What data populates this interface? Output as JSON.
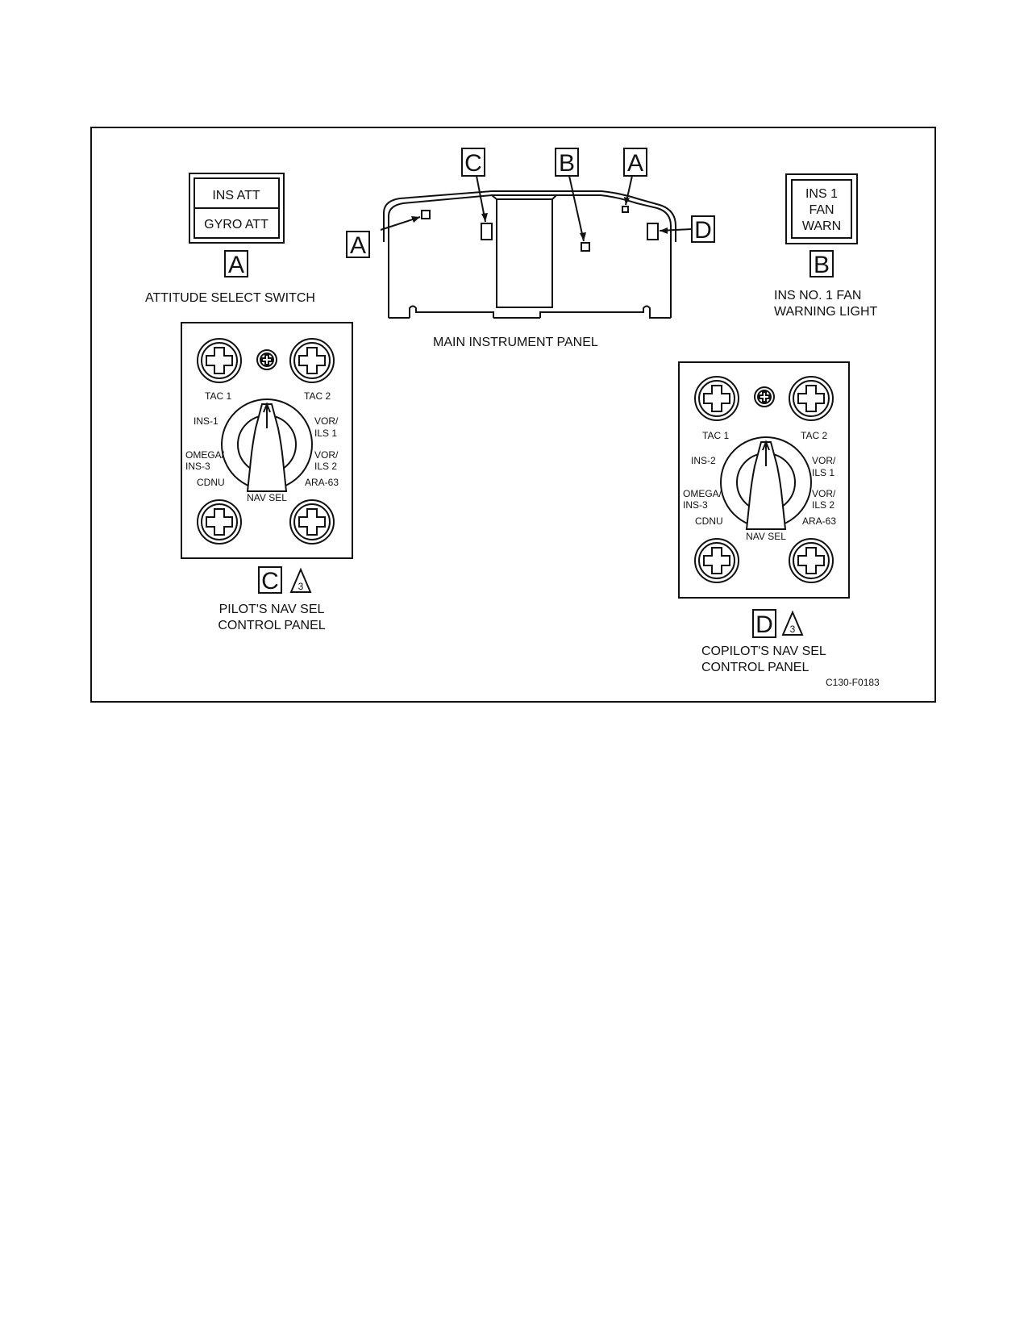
{
  "callout_letters": {
    "a": "A",
    "b": "B",
    "c": "C",
    "d": "D"
  },
  "warning_symbol": "3",
  "attitude_switch": {
    "top_label": "INS ATT",
    "bottom_label": "GYRO ATT",
    "caption": "ATTITUDE SELECT SWITCH"
  },
  "fan_warn_light": {
    "lines": [
      "INS 1",
      "FAN",
      "WARN"
    ],
    "caption_lines": [
      "INS NO. 1 FAN",
      "WARNING LIGHT"
    ]
  },
  "main_panel": {
    "caption": "MAIN INSTRUMENT PANEL"
  },
  "pilot_panel": {
    "positions": {
      "tac1": "TAC 1",
      "tac2": "TAC 2",
      "ins": "INS-1",
      "vor1_a": "VOR/",
      "vor1_b": "ILS 1",
      "omega_a": "OMEGA/",
      "omega_b": "INS-3",
      "vor2_a": "VOR/",
      "vor2_b": "ILS 2",
      "cdnu": "CDNU",
      "ara": "ARA-63"
    },
    "knob_label": "NAV SEL",
    "caption_lines": [
      "PILOT'S NAV SEL",
      "CONTROL PANEL"
    ]
  },
  "copilot_panel": {
    "positions": {
      "tac1": "TAC 1",
      "tac2": "TAC 2",
      "ins": "INS-2",
      "vor1_a": "VOR/",
      "vor1_b": "ILS 1",
      "omega_a": "OMEGA/",
      "omega_b": "INS-3",
      "vor2_a": "VOR/",
      "vor2_b": "ILS 2",
      "cdnu": "CDNU",
      "ara": "ARA-63"
    },
    "knob_label": "NAV SEL",
    "caption_lines": [
      "COPILOT'S NAV SEL",
      "CONTROL PANEL"
    ]
  },
  "figure_id": "C130-F0183"
}
